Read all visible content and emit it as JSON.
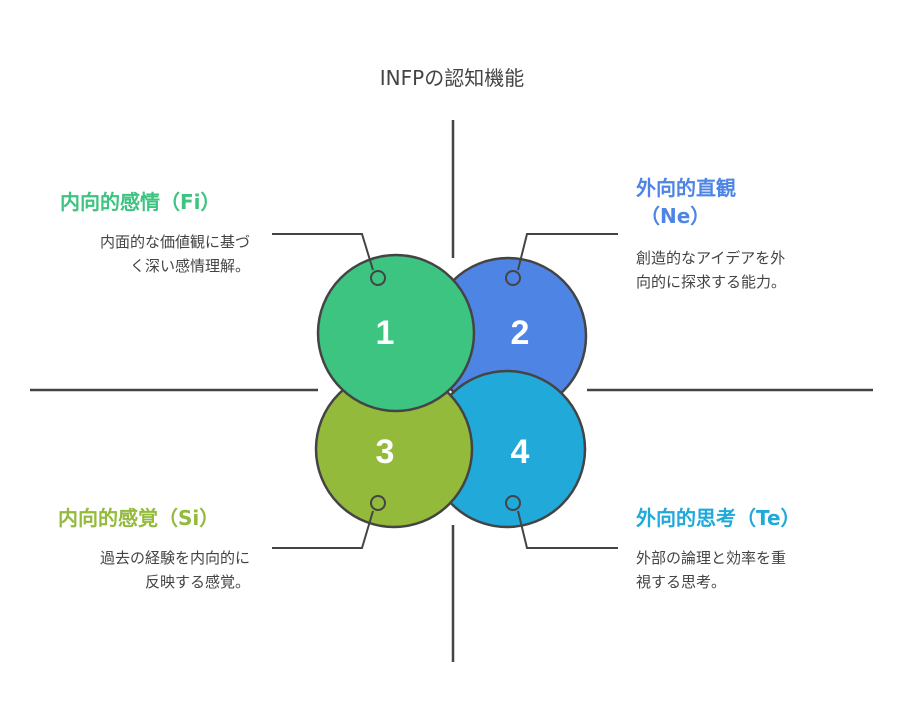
{
  "title": "INFPの認知機能",
  "colors": {
    "fi": "#3cc480",
    "ne": "#4e85e4",
    "si": "#93ba3a",
    "te": "#20a9d9",
    "line": "#444444"
  },
  "functions": [
    {
      "number": "1",
      "heading": "内向的感情（Fi）",
      "desc_lines": [
        "内面的な価値観に基づ",
        "く深い感情理解。"
      ]
    },
    {
      "number": "2",
      "heading_lines": [
        "外向的直観",
        "（Ne）"
      ],
      "desc_lines": [
        "創造的なアイデアを外",
        "向的に探求する能力。"
      ]
    },
    {
      "number": "3",
      "heading": "内向的感覚（Si）",
      "desc_lines": [
        "過去の経験を内向的に",
        "反映する感覚。"
      ]
    },
    {
      "number": "4",
      "heading": "外向的思考（Te）",
      "desc_lines": [
        "外部の論理と効率を重",
        "視する思考。"
      ]
    }
  ]
}
